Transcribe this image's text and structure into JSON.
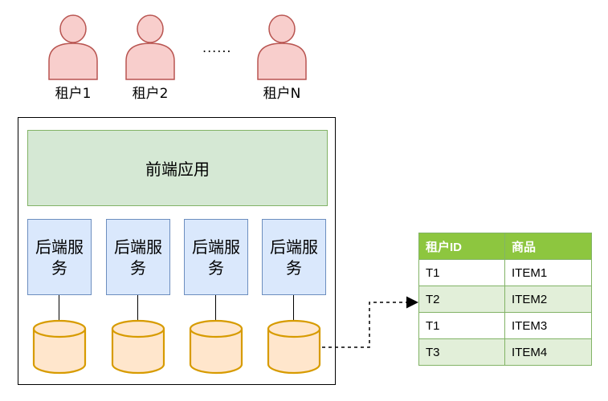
{
  "tenants": [
    {
      "label": "租户1"
    },
    {
      "label": "租户2"
    },
    {
      "label": "租户N"
    }
  ],
  "ellipsis": "......",
  "frontend": {
    "label": "前端应用"
  },
  "backends": [
    {
      "label": "后端服务"
    },
    {
      "label": "后端服务"
    },
    {
      "label": "后端服务"
    },
    {
      "label": "后端服务"
    }
  ],
  "colors": {
    "tenant_fill": "#f8cecc",
    "tenant_stroke": "#b85450",
    "frontend_fill": "#d5e8d4",
    "frontend_stroke": "#82b366",
    "backend_fill": "#dae8fc",
    "backend_stroke": "#6c8ebf",
    "db_fill": "#ffe6cc",
    "db_stroke": "#d79b00",
    "table_header": "#8dc63f",
    "table_alt_row": "#e2efd9"
  },
  "table": {
    "headers": [
      "租户ID",
      "商品"
    ],
    "rows": [
      [
        "T1",
        "ITEM1"
      ],
      [
        "T2",
        "ITEM2"
      ],
      [
        "T1",
        "ITEM3"
      ],
      [
        "T3",
        "ITEM4"
      ]
    ]
  }
}
